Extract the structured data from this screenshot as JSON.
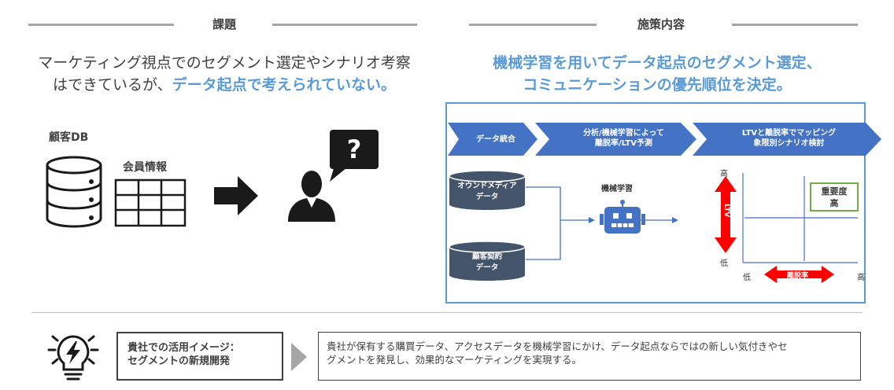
{
  "left": {
    "title": "課題",
    "message_line1": "マーケティング視点でのセグメント選定やシナリオ考察",
    "message_line2_plain": "はできているが、",
    "message_line2_highlight": "データ起点で考えられていない。",
    "db_label": "顧客DB",
    "member_label": "会員情報",
    "question_mark": "?"
  },
  "right": {
    "title": "施策内容",
    "message_line1": "機械学習を用いてデータ起点のセグメント選定、",
    "message_line2": "コミュニケーションの優先順位を決定。",
    "steps": [
      {
        "label": "データ統合"
      },
      {
        "line1": "分析/機械学習によって",
        "line2": "離脱率/LTV予測"
      },
      {
        "line1": "LTVと離脱率でマッピング",
        "line2": "象限別シナリオ検討"
      }
    ],
    "sources": [
      {
        "line1": "オウンドメディア",
        "line2": "データ"
      },
      {
        "line1": "顧客契約",
        "line2": "データ"
      }
    ],
    "ml_label": "機械学習",
    "chart": {
      "y_high": "高",
      "y_low": "低",
      "y_axis_label": "LTV",
      "x_low": "低",
      "x_high": "高",
      "x_axis_label": "離脱率",
      "importance_line1": "重要度",
      "importance_line2": "高"
    }
  },
  "bottom": {
    "usage_line1": "貴社での活用イメージ：",
    "usage_line2": "セグメントの新規開発",
    "description_line1": "貴社が保有する購買データ、アクセスデータを機械学習にかけ、データ起点ならではの新しい気付きやセ",
    "description_line2": "グメントを発見し、効果的なマーケティングを実現する。"
  },
  "icons": [
    "database-icon",
    "table-icon",
    "arrow-right-icon",
    "person-icon",
    "speech-bubble-icon",
    "robot-icon",
    "lightbulb-icon"
  ],
  "colors": {
    "accent": "#5b9bd5",
    "chevron": "#4472c4",
    "cylinder": "#44546a",
    "red": "#ff0000",
    "green": "#70ad47",
    "dark": "#1a1a1a"
  }
}
